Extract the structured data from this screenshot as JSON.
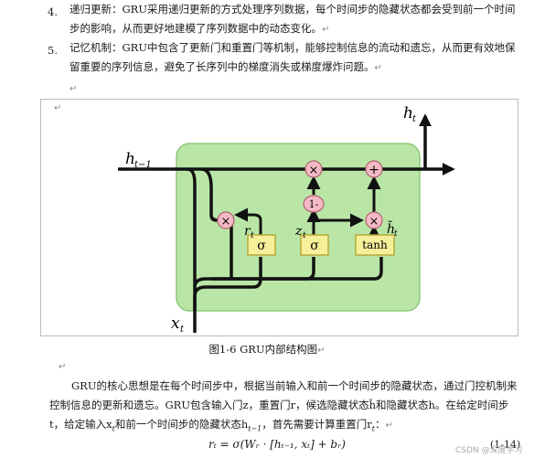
{
  "list": [
    {
      "num": "4.",
      "text": "递归更新：GRU采用递归更新的方式处理序列数据，每个时间步的隐藏状态都会受到前一个时间步的影响，从而更好地建模了序列数据中的动态变化。"
    },
    {
      "num": "5.",
      "text": "记忆机制：GRU中包含了更新门和重置门等机制，能够控制信息的流动和遗忘，从而更有效地保留重要的序列信息，避免了长序列中的梯度消失或梯度爆炸问题。"
    }
  ],
  "para_mark": "↵",
  "figure": {
    "label_ht_out": "h",
    "label_ht_out_sub": "t",
    "label_hprev": "h",
    "label_hprev_sub": "t−1",
    "label_x": "x",
    "label_x_sub": "t",
    "label_r": "r",
    "label_r_sub": "t",
    "label_z": "z",
    "label_z_sub": "t",
    "label_htilde": "h̃",
    "label_htilde_sub": "t",
    "gate_sigma_1": "σ",
    "gate_sigma_2": "σ",
    "gate_tanh": "tanh",
    "op_times": "×",
    "op_plus": "+",
    "op_one_minus": "1-",
    "colors": {
      "cell_fill": "#b9e6a7",
      "cell_stroke": "#8fc77c",
      "gate_fill": "#f5ef9a",
      "op_fill": "#f4b9c4",
      "line": "#111111"
    }
  },
  "caption": "图1-6 GRU内部结构图",
  "body_text": "GRU的核心思想是在每个时间步中，根据当前输入和前一个时间步的隐藏状态，通过门控机制来控制信息的更新和遗忘。GRU包含输入门z，重置门r，候选隐藏状态h̃和隐藏状态h。在给定时间步t，给定输入x",
  "body_text_2": "和前一个时间步的隐藏状态h",
  "body_text_3": "，首先需要计算重置门r",
  "body_text_4": "：",
  "formula": "r_t = σ(W_r · [h_{t−1}, x_t] + b_r)",
  "formula_display": "rₜ = σ(Wᵣ · [hₜ₋₁, xₜ] + bᵣ)",
  "eq_number": "(1-14)",
  "watermark": "CSDN @深度学习"
}
